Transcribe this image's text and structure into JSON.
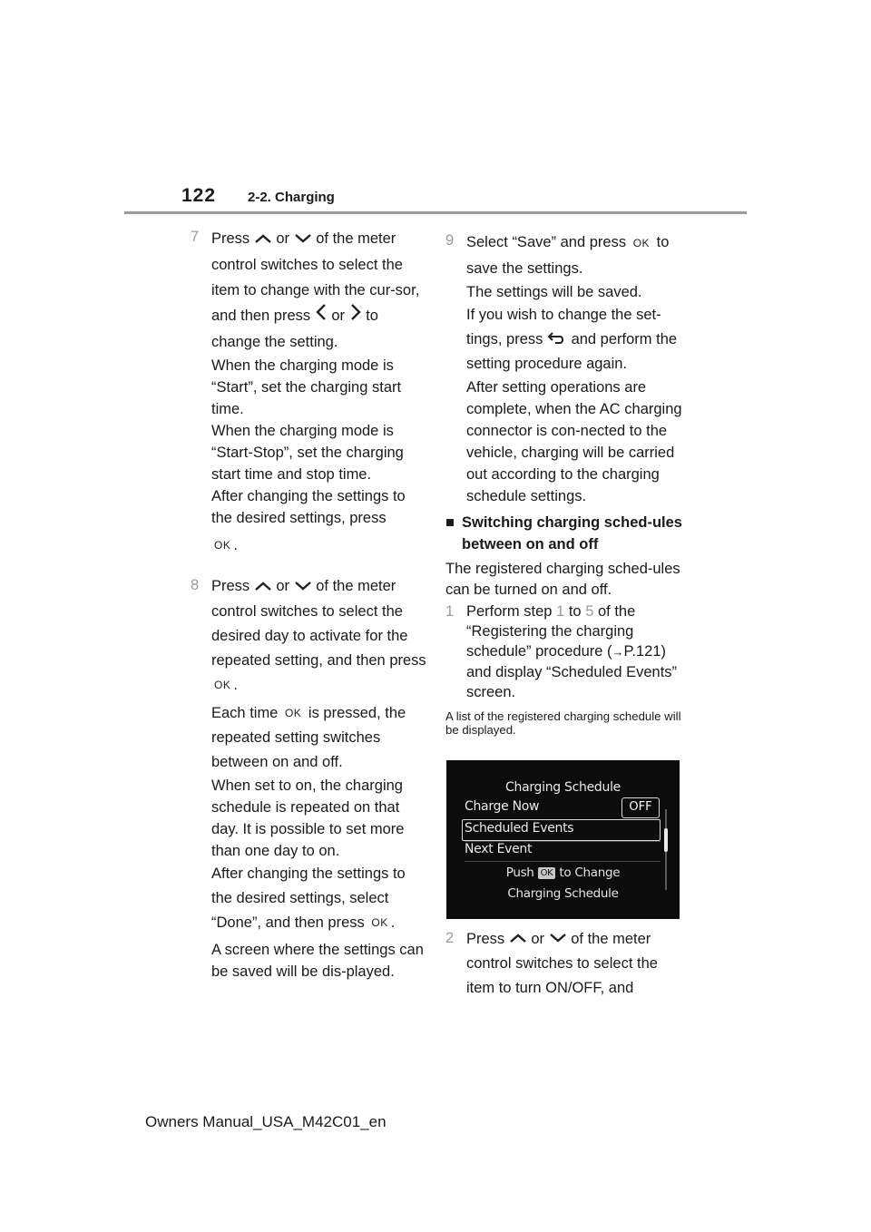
{
  "header": {
    "page_number": "122",
    "section": "2-2. Charging"
  },
  "left": {
    "s7": {
      "num": "7",
      "a": "Press",
      "b": "or",
      "c": "of the meter control switches to select the item to change with the cur-sor, and then press",
      "d": "or",
      "e": "to change the setting.",
      "p1": "When the charging mode is “Start”, set the charging start time.",
      "p2": "When the charging mode is “Start-Stop”, set the charging start time and stop time.",
      "p3": "After changing the settings to the desired settings, press",
      "p3_end": "."
    },
    "s8": {
      "num": "8",
      "a": "Press",
      "b": "or",
      "c": "of the meter control switches to select the desired day to activate for the repeated setting, and then press",
      "c_end": ".",
      "p1a": "Each time",
      "p1b": "is pressed, the repeated setting switches between on and off.",
      "p2": "When set to on, the charging schedule is repeated on that day. It is possible to set more than one day to on.",
      "p3": "After changing the settings to the desired settings, select “Done”, and then press",
      "p3_end": ".",
      "p4": "A screen where the settings can be saved will be dis-played."
    }
  },
  "right": {
    "s9": {
      "num": "9",
      "a": "Select “Save” and press",
      "b": "to save the settings.",
      "p1": "The settings will be saved.",
      "p2a": "If you wish to change the set-tings, press",
      "p2b": "and perform the setting procedure again.",
      "p3": "After setting operations are complete, when the AC charging connector is con-nected to the vehicle, charging will be carried out according to the charging schedule settings."
    },
    "sub": {
      "bullet": "■",
      "heading": "Switching charging sched-ules between on and off"
    },
    "intro": "The registered charging sched-ules can be turned on and off.",
    "s1": {
      "num": "1",
      "a": "Perform step",
      "n1": "1",
      "b": "to",
      "n2": "5",
      "c": "of the “Registering the charging schedule” procedure (",
      "arrow": "→",
      "d": "P.121) and display “Scheduled Events” screen."
    },
    "note": "A list of the registered charging schedule will be displayed.",
    "screen": {
      "title": "Charging Schedule",
      "row1": "Charge Now",
      "off": "OFF",
      "row2": "Scheduled Events",
      "row3": "Next Event",
      "push_a": "Push",
      "ok": "OK",
      "push_b": "to Change",
      "push_c": "Charging Schedule"
    },
    "s2": {
      "num": "2",
      "a": "Press",
      "b": "or",
      "c": "of the meter control switches to select the item to turn ON/OFF, and"
    }
  },
  "icons": {
    "ok": "OK"
  },
  "footer": "Owners Manual_USA_M42C01_en"
}
